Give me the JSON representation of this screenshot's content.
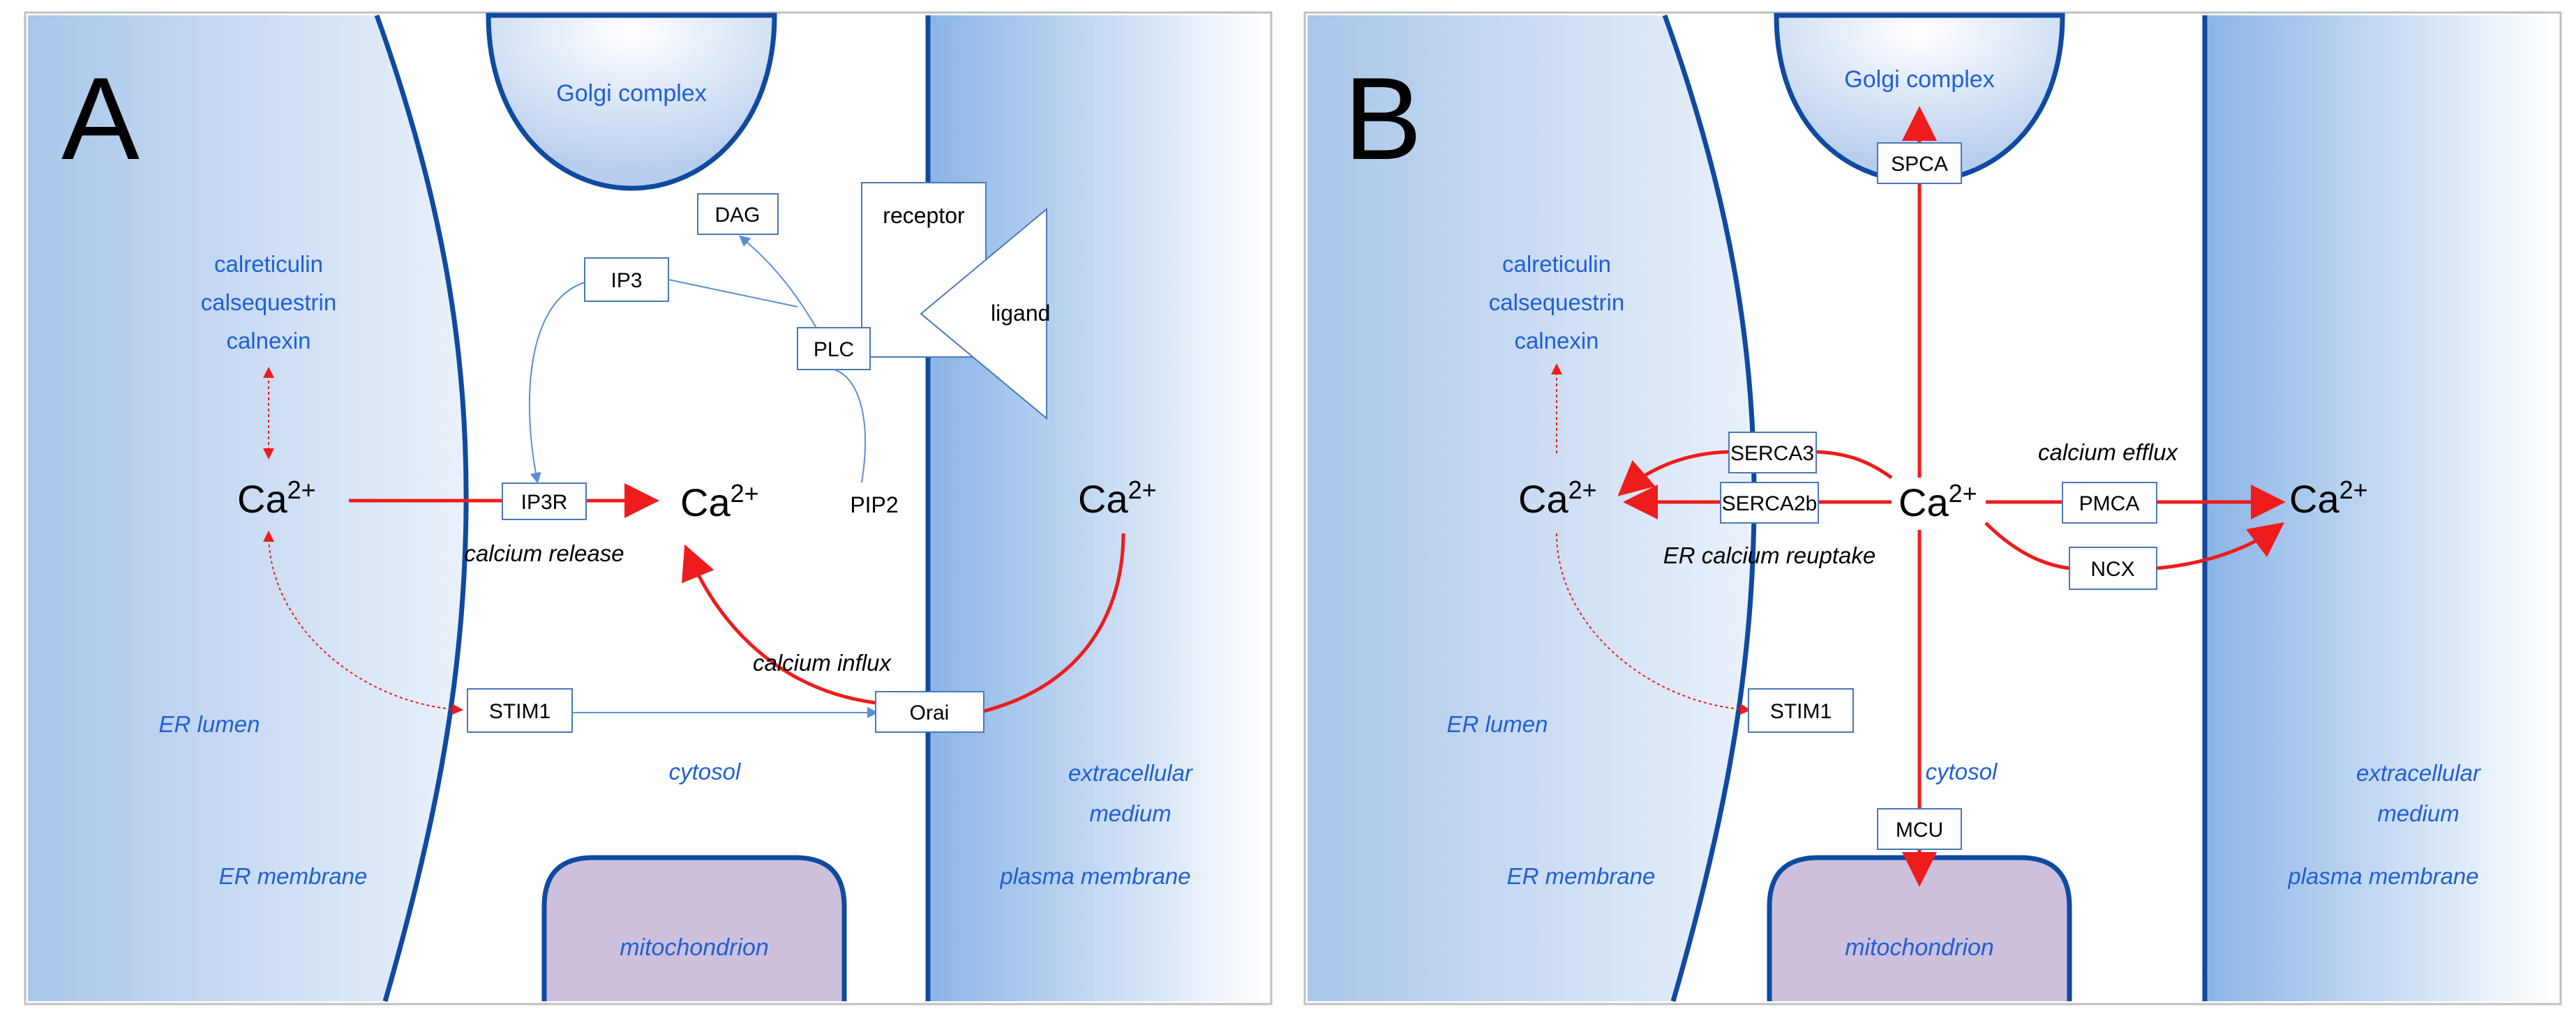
{
  "colors": {
    "membrane": "#0f4aa0",
    "label_blue": "#1f5fd6",
    "arrow_red": "#ee1c1c",
    "arrow_blue": "#5b8fd0",
    "er_fill_dark": "#a9c6ea",
    "er_fill_light": "#eaf1fb",
    "extracellular_dark": "#8ab4e6",
    "extracellular_light": "#ffffff",
    "mito_fill": "#cdc0dc",
    "box_border": "#4a78b8"
  },
  "panelA": {
    "letter": "A",
    "golgi": "Golgi complex",
    "buffers": [
      "calreticulin",
      "calsequestrin",
      "calnexin"
    ],
    "dag": "DAG",
    "ip3": "IP3",
    "plc": "PLC",
    "receptor": "receptor",
    "ligand": "ligand",
    "ca_er": "Ca",
    "ca_cyto": "Ca",
    "ca_ext": "Ca",
    "ca_sup": "2+",
    "ip3r": "IP3R",
    "pip2": "PIP2",
    "calcium_release": "calcium release",
    "calcium_influx": "calcium influx",
    "stim1": "STIM1",
    "orai": "Orai",
    "er_lumen": "ER lumen",
    "cytosol": "cytosol",
    "extracellular": [
      "extracellular",
      "medium"
    ],
    "er_membrane": "ER membrane",
    "plasma_membrane": "plasma membrane",
    "mitochondrion": "mitochondrion"
  },
  "panelB": {
    "letter": "B",
    "golgi": "Golgi complex",
    "spca": "SPCA",
    "buffers": [
      "calreticulin",
      "calsequestrin",
      "calnexin"
    ],
    "serca3": "SERCA3",
    "serca2b": "SERCA2b",
    "ca_er": "Ca",
    "ca_cyto": "Ca",
    "ca_ext": "Ca",
    "ca_sup": "2+",
    "calcium_efflux": "calcium efflux",
    "pmca": "PMCA",
    "ncx": "NCX",
    "er_reuptake": "ER calcium reuptake",
    "stim1": "STIM1",
    "er_lumen": "ER lumen",
    "cytosol": "cytosol",
    "extracellular": [
      "extracellular",
      "medium"
    ],
    "mcu": "MCU",
    "er_membrane": "ER membrane",
    "plasma_membrane": "plasma membrane",
    "mitochondrion": "mitochondrion"
  }
}
